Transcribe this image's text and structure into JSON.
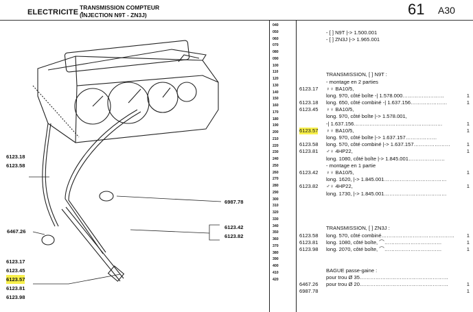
{
  "header": {
    "title": "ELECTRICITE -",
    "subtitle_line1": "TRANSMISSION COMPTEUR",
    "subtitle_line2": "(INJECTION N9T - ZN3J)",
    "page_number": "61",
    "section": "A30"
  },
  "line_numbers": [
    "040",
    "050",
    "060",
    "070",
    "080",
    "090",
    "100",
    "110",
    "120",
    "130",
    "140",
    "150",
    "160",
    "170",
    "180",
    "190",
    "200",
    "210",
    "220",
    "230",
    "240",
    "250",
    "260",
    "270",
    "280",
    "290",
    "300",
    "310",
    "320",
    "330",
    "340",
    "350",
    "360",
    "370",
    "380",
    "390",
    "400",
    "410",
    "420"
  ],
  "refs": [
    "",
    "",
    "",
    "",
    "",
    "",
    "",
    "",
    "",
    "6123.17",
    "",
    "6123.18",
    "6123.45",
    "",
    "",
    "6123.57",
    "",
    "6123.58",
    "6123.81",
    "",
    "",
    "6123.42",
    "",
    "6123.82",
    "",
    "",
    "",
    "",
    "",
    "",
    "6123.58",
    "6123.81",
    "6123.98",
    "",
    "",
    "",
    "",
    "6467.26",
    "6987.78"
  ],
  "texts": [
    "",
    "- [ ] N9T |-> 1.500.001",
    "- [ ] ZN3J |-> 1.965.001",
    "",
    "",
    "",
    "",
    "TRANSMISSION, [ ] N9T :",
    "- montage en 2 parties",
    "♀♀ BA10/5,",
    "long. 970, côté boîte -| 1.578.000……………………",
    "long. 650, côté combiné -| 1.637.156…………………",
    "♀♀ BA10/5,",
    "long. 970, côté boîte |-> 1.578.001,",
    "-| 1.637.156……………………………………………",
    "♀♀ BA10/5,",
    "long. 970, côté boîte |-> 1.637.157………………",
    "long. 570, côté combiné |-> 1.637.157…………………",
    "♂♀ 4HP22,",
    "long. 1080, côté boîte |-> 1.845.001…………………",
    "- montage en 1 partie",
    "♀♀ BA10/5,",
    "long. 1620, |-> 1.845.001………………………………",
    "♂♀ 4HP22,",
    "long. 1730, |-> 1.845.001………………………………",
    "",
    "",
    "",
    "",
    "TRANSMISSION, [ ] ZN3J :",
    "long. 570, côté combiné……………………………………",
    "long. 1080, côté boîte, ⌒……………………………",
    "long. 2070, côté boîte, ⌒……………………………",
    "",
    "",
    "BAGUE passe-gaine :",
    "pour trou Ø 35……………………………………………",
    "pour trou Ø 20……………………………………………",
    ""
  ],
  "qtys": [
    "",
    "",
    "",
    "",
    "",
    "",
    "",
    "",
    "",
    "",
    "1",
    "1",
    "",
    "",
    "1",
    "1",
    "",
    "1",
    "1",
    "",
    "",
    "1",
    "",
    "1",
    "",
    "",
    "",
    "",
    "",
    "",
    "1",
    "1",
    "1",
    "",
    "",
    "",
    "",
    "1",
    "1"
  ],
  "left_refs": {
    "group_top": [
      "6123.18",
      "6123.58"
    ],
    "group_mid": [
      "6467.26"
    ],
    "group_right1": [
      "6987.78"
    ],
    "group_right2": [
      "6123.42",
      "6123.82"
    ],
    "group_bottom": [
      "6123.17",
      "6123.45",
      "6123.57",
      "6123.81",
      "6123.98"
    ]
  },
  "highlight_color": "#f7ef4a"
}
